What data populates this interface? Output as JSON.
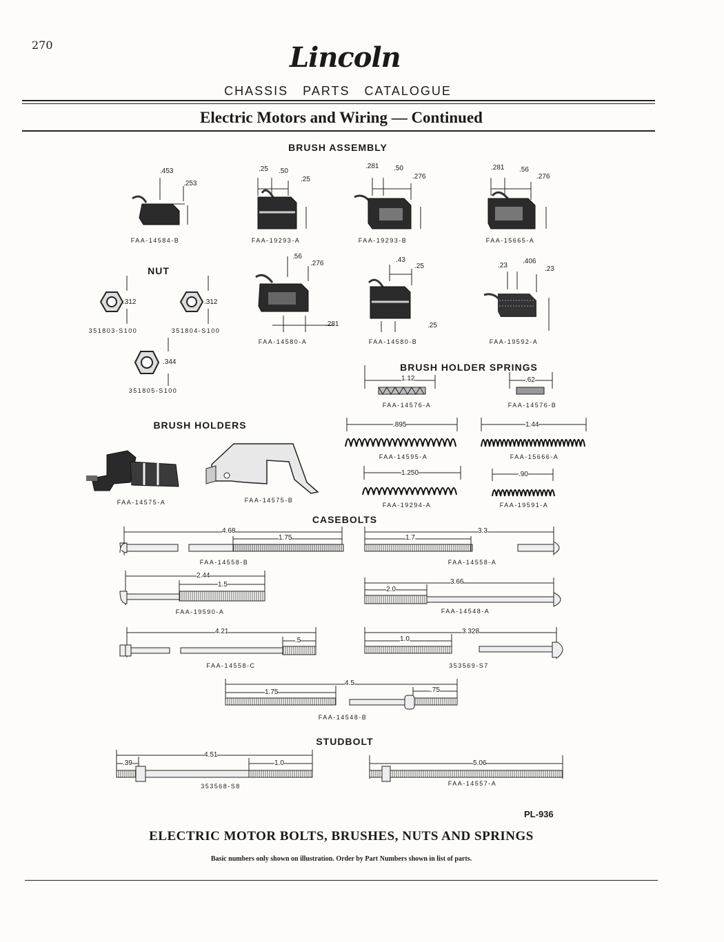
{
  "page_number": "270",
  "header": {
    "brand": "Lincoln",
    "catalogue": "CHASSIS PARTS CATALOGUE",
    "title": "Electric Motors and Wiring — Continued"
  },
  "sections": {
    "brush_assembly": "BRUSH ASSEMBLY",
    "nut": "NUT",
    "brush_holders": "BRUSH HOLDERS",
    "brush_holder_springs": "BRUSH HOLDER SPRINGS",
    "casebolts": "CASEBOLTS",
    "studbolt": "STUDBOLT"
  },
  "brushes": [
    {
      "code": "FAA-14584-B",
      "dims": [
        ".453",
        ".253"
      ]
    },
    {
      "code": "FAA-19293-A",
      "dims": [
        ".25",
        ".50",
        ".25"
      ]
    },
    {
      "code": "FAA-19293-B",
      "dims": [
        ".281",
        ".50",
        ".276"
      ]
    },
    {
      "code": "FAA-15665-A",
      "dims": [
        ".281",
        ".56",
        ".276"
      ]
    },
    {
      "code": "FAA-14580-A",
      "dims": [
        ".56",
        ".276",
        ".281"
      ]
    },
    {
      "code": "FAA-14580-B",
      "dims": [
        ".43",
        ".25",
        ".25"
      ]
    },
    {
      "code": "FAA-19592-A",
      "dims": [
        ".23",
        ".406",
        ".23"
      ]
    }
  ],
  "nuts": [
    {
      "code": "351803-S100",
      "dim": ".312"
    },
    {
      "code": "351804-S100",
      "dim": ".312"
    },
    {
      "code": "351805-S100",
      "dim": ".344"
    }
  ],
  "holders": [
    {
      "code": "FAA-14575-A"
    },
    {
      "code": "FAA-14575-B"
    }
  ],
  "springs": [
    {
      "code": "FAA-14576-A",
      "dim": "1.12"
    },
    {
      "code": "FAA-14576-B",
      "dim": ".62"
    },
    {
      "code": "FAA-14595-A",
      "dim": ".895"
    },
    {
      "code": "FAA-15666-A",
      "dim": "1.44"
    },
    {
      "code": "FAA-19294-A",
      "dim": "1.250"
    },
    {
      "code": "FAA-19591-A",
      "dim": ".90"
    }
  ],
  "casebolts": [
    {
      "code": "FAA-14558-B",
      "dims": [
        "4.68",
        "1.75"
      ]
    },
    {
      "code": "FAA-14558-A",
      "dims": [
        "1.7",
        "3.3"
      ]
    },
    {
      "code": "FAA-19590-A",
      "dims": [
        "2.44",
        "1.5"
      ]
    },
    {
      "code": "FAA-14548-A",
      "dims": [
        "2.0",
        "3.66"
      ]
    },
    {
      "code": "FAA-14558-C",
      "dims": [
        "4.21",
        ".5"
      ]
    },
    {
      "code": "353569-S7",
      "dims": [
        "1.0",
        "3.328"
      ]
    },
    {
      "code": "FAA-14548-B",
      "dims": [
        "1.75",
        "4.5",
        ".75"
      ]
    }
  ],
  "studbolts": [
    {
      "code": "353568-S8",
      "dims": [
        ".39",
        "4.51",
        "1.0"
      ]
    },
    {
      "code": "FAA-14557-A",
      "dims": [
        "5.06"
      ]
    }
  ],
  "footer": {
    "plate": "PL-936",
    "caption": "ELECTRIC MOTOR BOLTS, BRUSHES, NUTS AND SPRINGS",
    "note": "Basic numbers only shown on illustration. Order by Part Numbers shown in list of parts."
  }
}
